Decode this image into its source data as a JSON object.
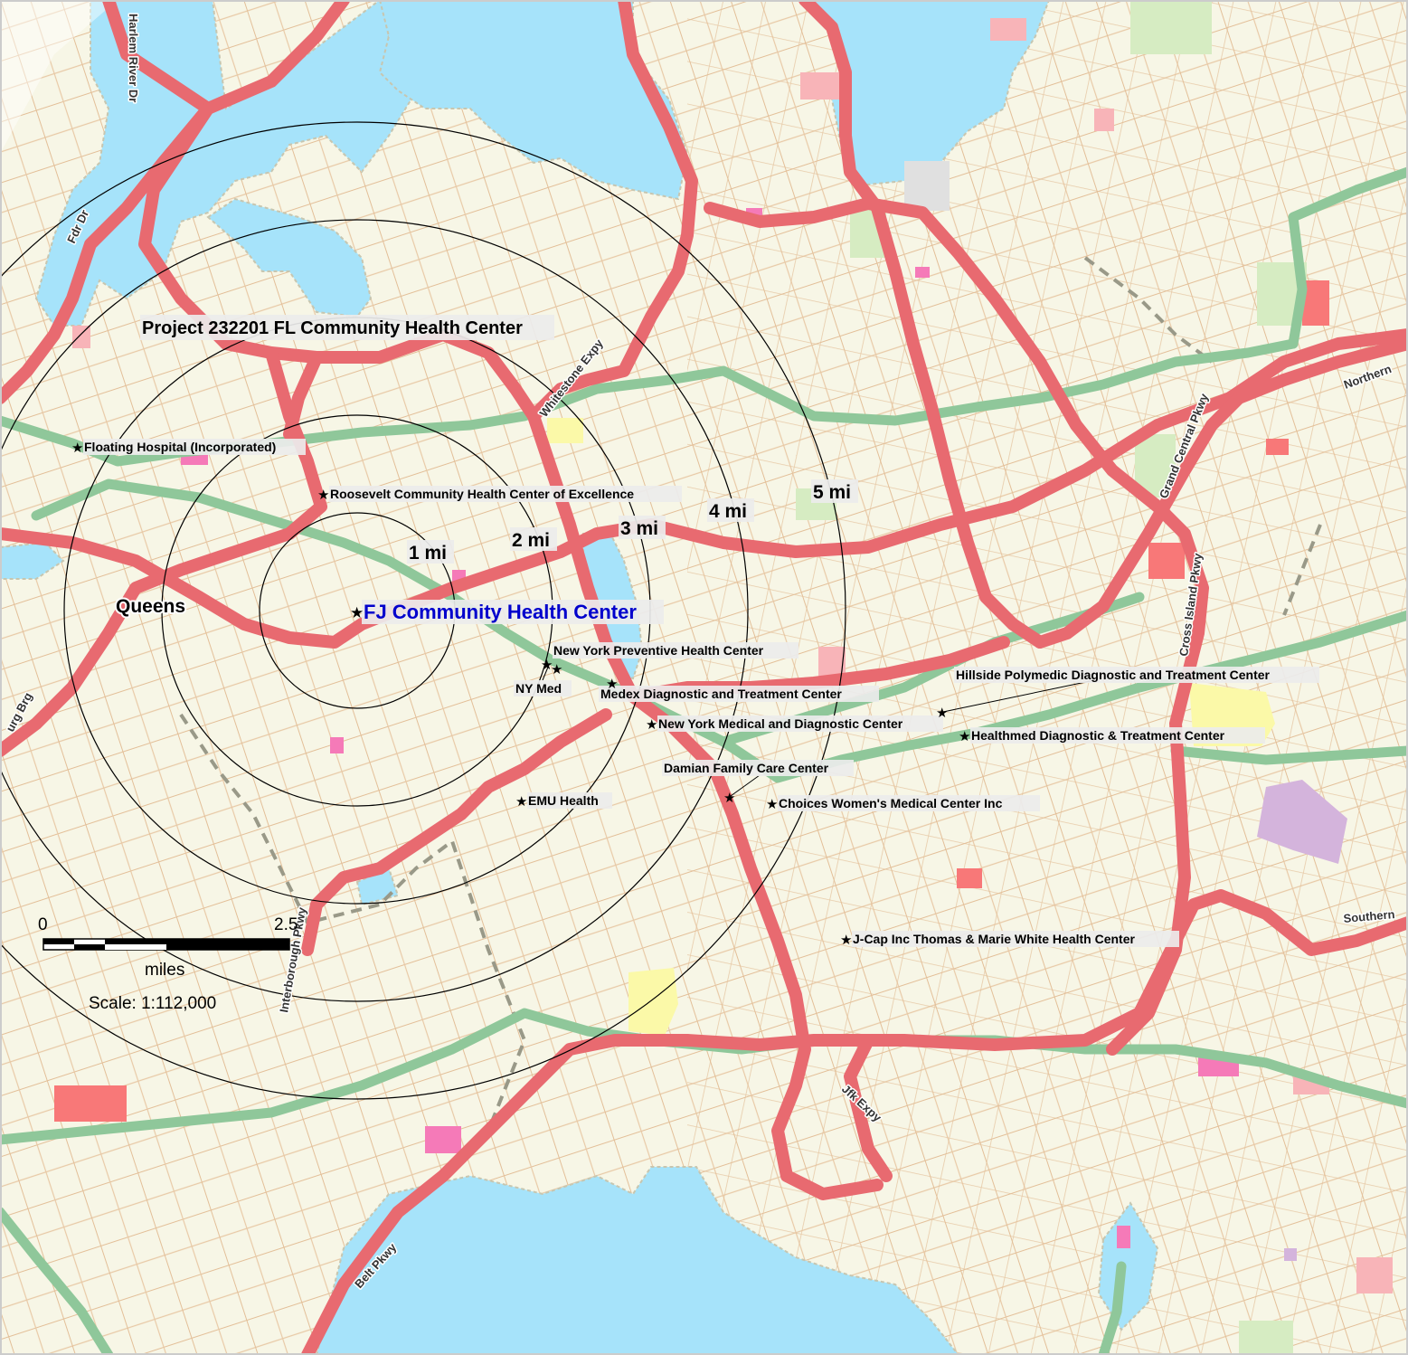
{
  "map": {
    "title": "Project 232201 FL Community Health Center",
    "center": {
      "name": "FJ Community Health Center",
      "color": "#0000cc"
    },
    "place_labels": [
      {
        "text": "Queens"
      }
    ],
    "rings": [
      {
        "label": "1 mi"
      },
      {
        "label": "2 mi"
      },
      {
        "label": "3 mi"
      },
      {
        "label": "4 mi"
      },
      {
        "label": "5 mi"
      }
    ],
    "facilities": [
      {
        "name": "Floating Hospital (Incorporated)"
      },
      {
        "name": "Roosevelt Community Health Center of Excellence"
      },
      {
        "name": "New York Preventive Health Center"
      },
      {
        "name": "NY Med"
      },
      {
        "name": "Medex Diagnostic and Treatment Center"
      },
      {
        "name": "New York Medical and Diagnostic Center"
      },
      {
        "name": "Hillside Polymedic Diagnostic and Treatment Center"
      },
      {
        "name": "Healthmed Diagnostic & Treatment Center"
      },
      {
        "name": "Damian Family Care Center"
      },
      {
        "name": "Choices Women's Medical Center Inc"
      },
      {
        "name": "EMU Health"
      },
      {
        "name": "J-Cap Inc Thomas & Marie White Health Center"
      }
    ],
    "road_labels": [
      {
        "text": "Harlem River Dr"
      },
      {
        "text": "Fdr Dr"
      },
      {
        "text": "Whitestone Expy"
      },
      {
        "text": "Grand Central Pkwy"
      },
      {
        "text": "Northern"
      },
      {
        "text": "Cross Island Pkwy"
      },
      {
        "text": "Southern"
      },
      {
        "text": "Jfk Expy"
      },
      {
        "text": "Belt Pkwy"
      },
      {
        "text": "Interborough Pkwy"
      },
      {
        "text": "urg Brg"
      }
    ],
    "scale": {
      "zero": "0",
      "max": "2.5",
      "unit": "miles",
      "ratio": "Scale: 1:112,000"
    },
    "colors": {
      "land": "#f7f6e6",
      "water": "#a6e3fa",
      "highway": "#f08080",
      "parkway": "#8fc79a",
      "street": "#e0b890",
      "park": "#d6ecc2",
      "pink_area": "#f8b4b8",
      "magenta_area": "#f57ab8",
      "purple_area": "#d4b4dc",
      "yellow_area": "#fbf9a8",
      "boundary": "#999988"
    }
  }
}
